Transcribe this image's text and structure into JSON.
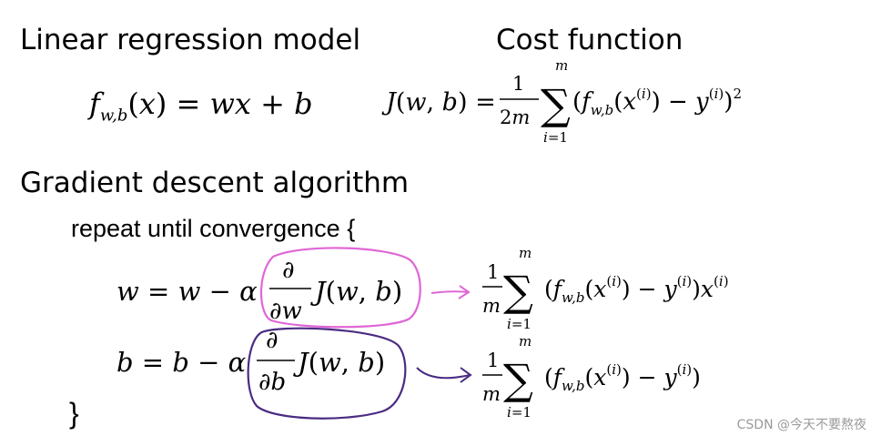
{
  "headings": {
    "model": "Linear regression model",
    "cost": "Cost function",
    "gradient": "Gradient descent algorithm"
  },
  "loop": {
    "repeat": "repeat until convergence {",
    "close": "}"
  },
  "annotation_colors": {
    "w_circle": "#e066d6",
    "b_circle": "#4a2c82"
  },
  "watermark": "CSDN @今天不要熬夜"
}
